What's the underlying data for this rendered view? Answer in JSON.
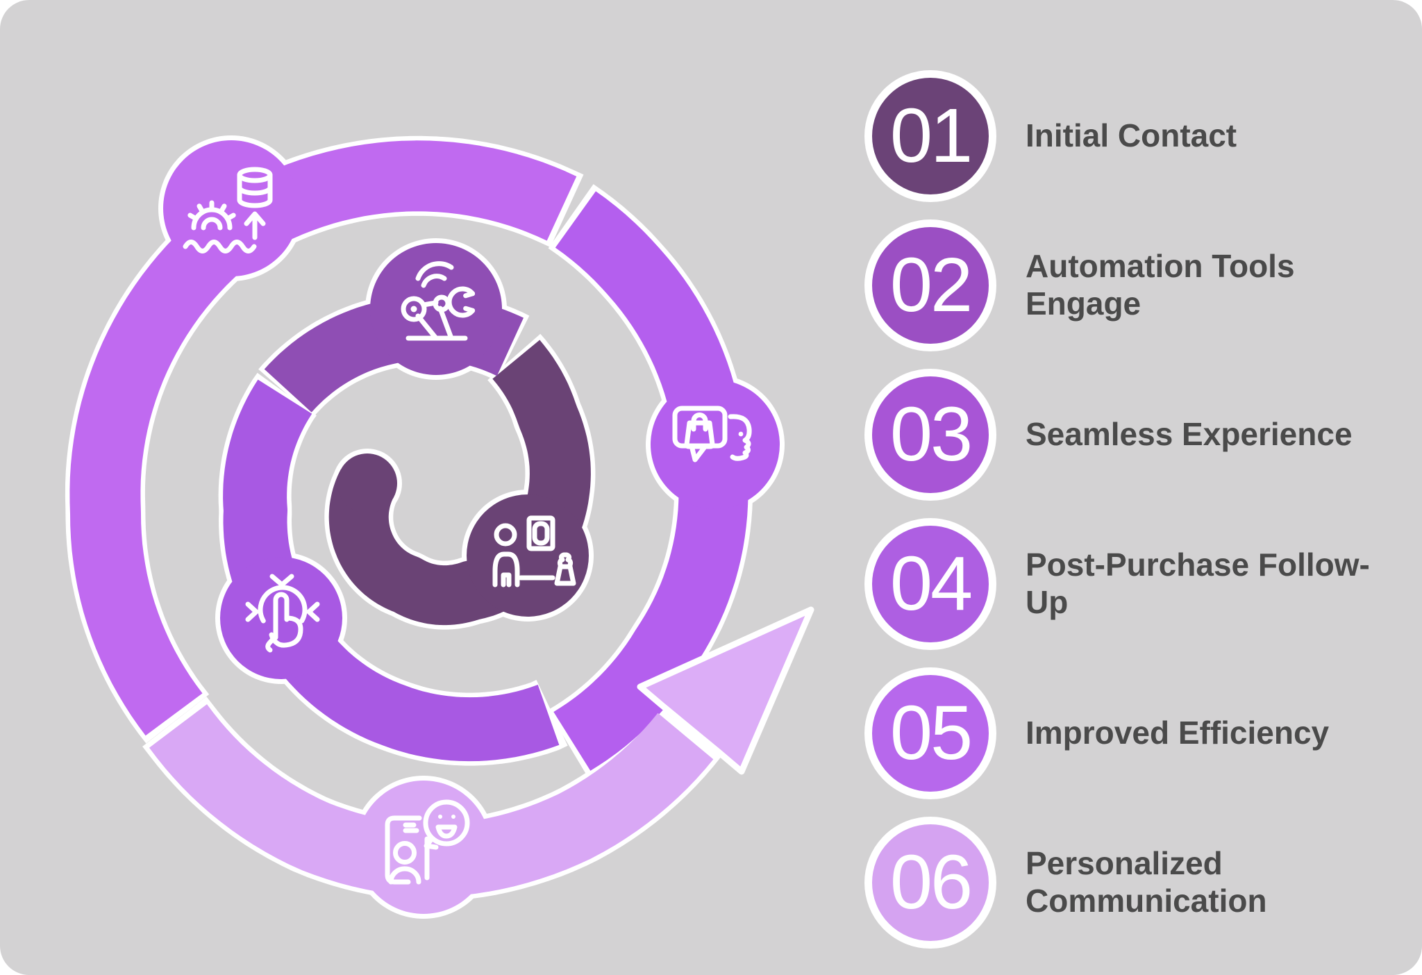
{
  "card": {
    "background_color": "#d3d2d3",
    "outline_color": "#ffffff",
    "text_color": "#4a4a4a",
    "number_color": "#ffffff"
  },
  "steps": [
    {
      "num": "01",
      "label": "Initial Contact",
      "color": "#6b4377"
    },
    {
      "num": "02",
      "label": "Automation Tools\nEngage",
      "color": "#9b4fc3"
    },
    {
      "num": "03",
      "label": "Seamless Experience",
      "color": "#a855d6"
    },
    {
      "num": "04",
      "label": "Post-Purchase Follow-\nUp",
      "color": "#ae5fe2"
    },
    {
      "num": "05",
      "label": "Improved Efficiency",
      "color": "#b768ec"
    },
    {
      "num": "06",
      "label": "Personalized\nCommunication",
      "color": "#d5a3f1"
    }
  ],
  "spiral": {
    "segment_colors": {
      "dark": "#6a4375",
      "medium": "#8f4eb4",
      "bright": "#a859e3",
      "outer_right": "#b45fee",
      "outer_top": "#c06af0",
      "lavender": "#d9a8f5"
    },
    "arrow_color": "#dcadf7",
    "icon_names": [
      "data-processing-gear-icon",
      "robot-arm-automation-icon",
      "shopping-chat-bubble-icon",
      "personal-service-gallery-icon",
      "tap-selection-icon",
      "friendly-phone-chat-icon"
    ]
  }
}
